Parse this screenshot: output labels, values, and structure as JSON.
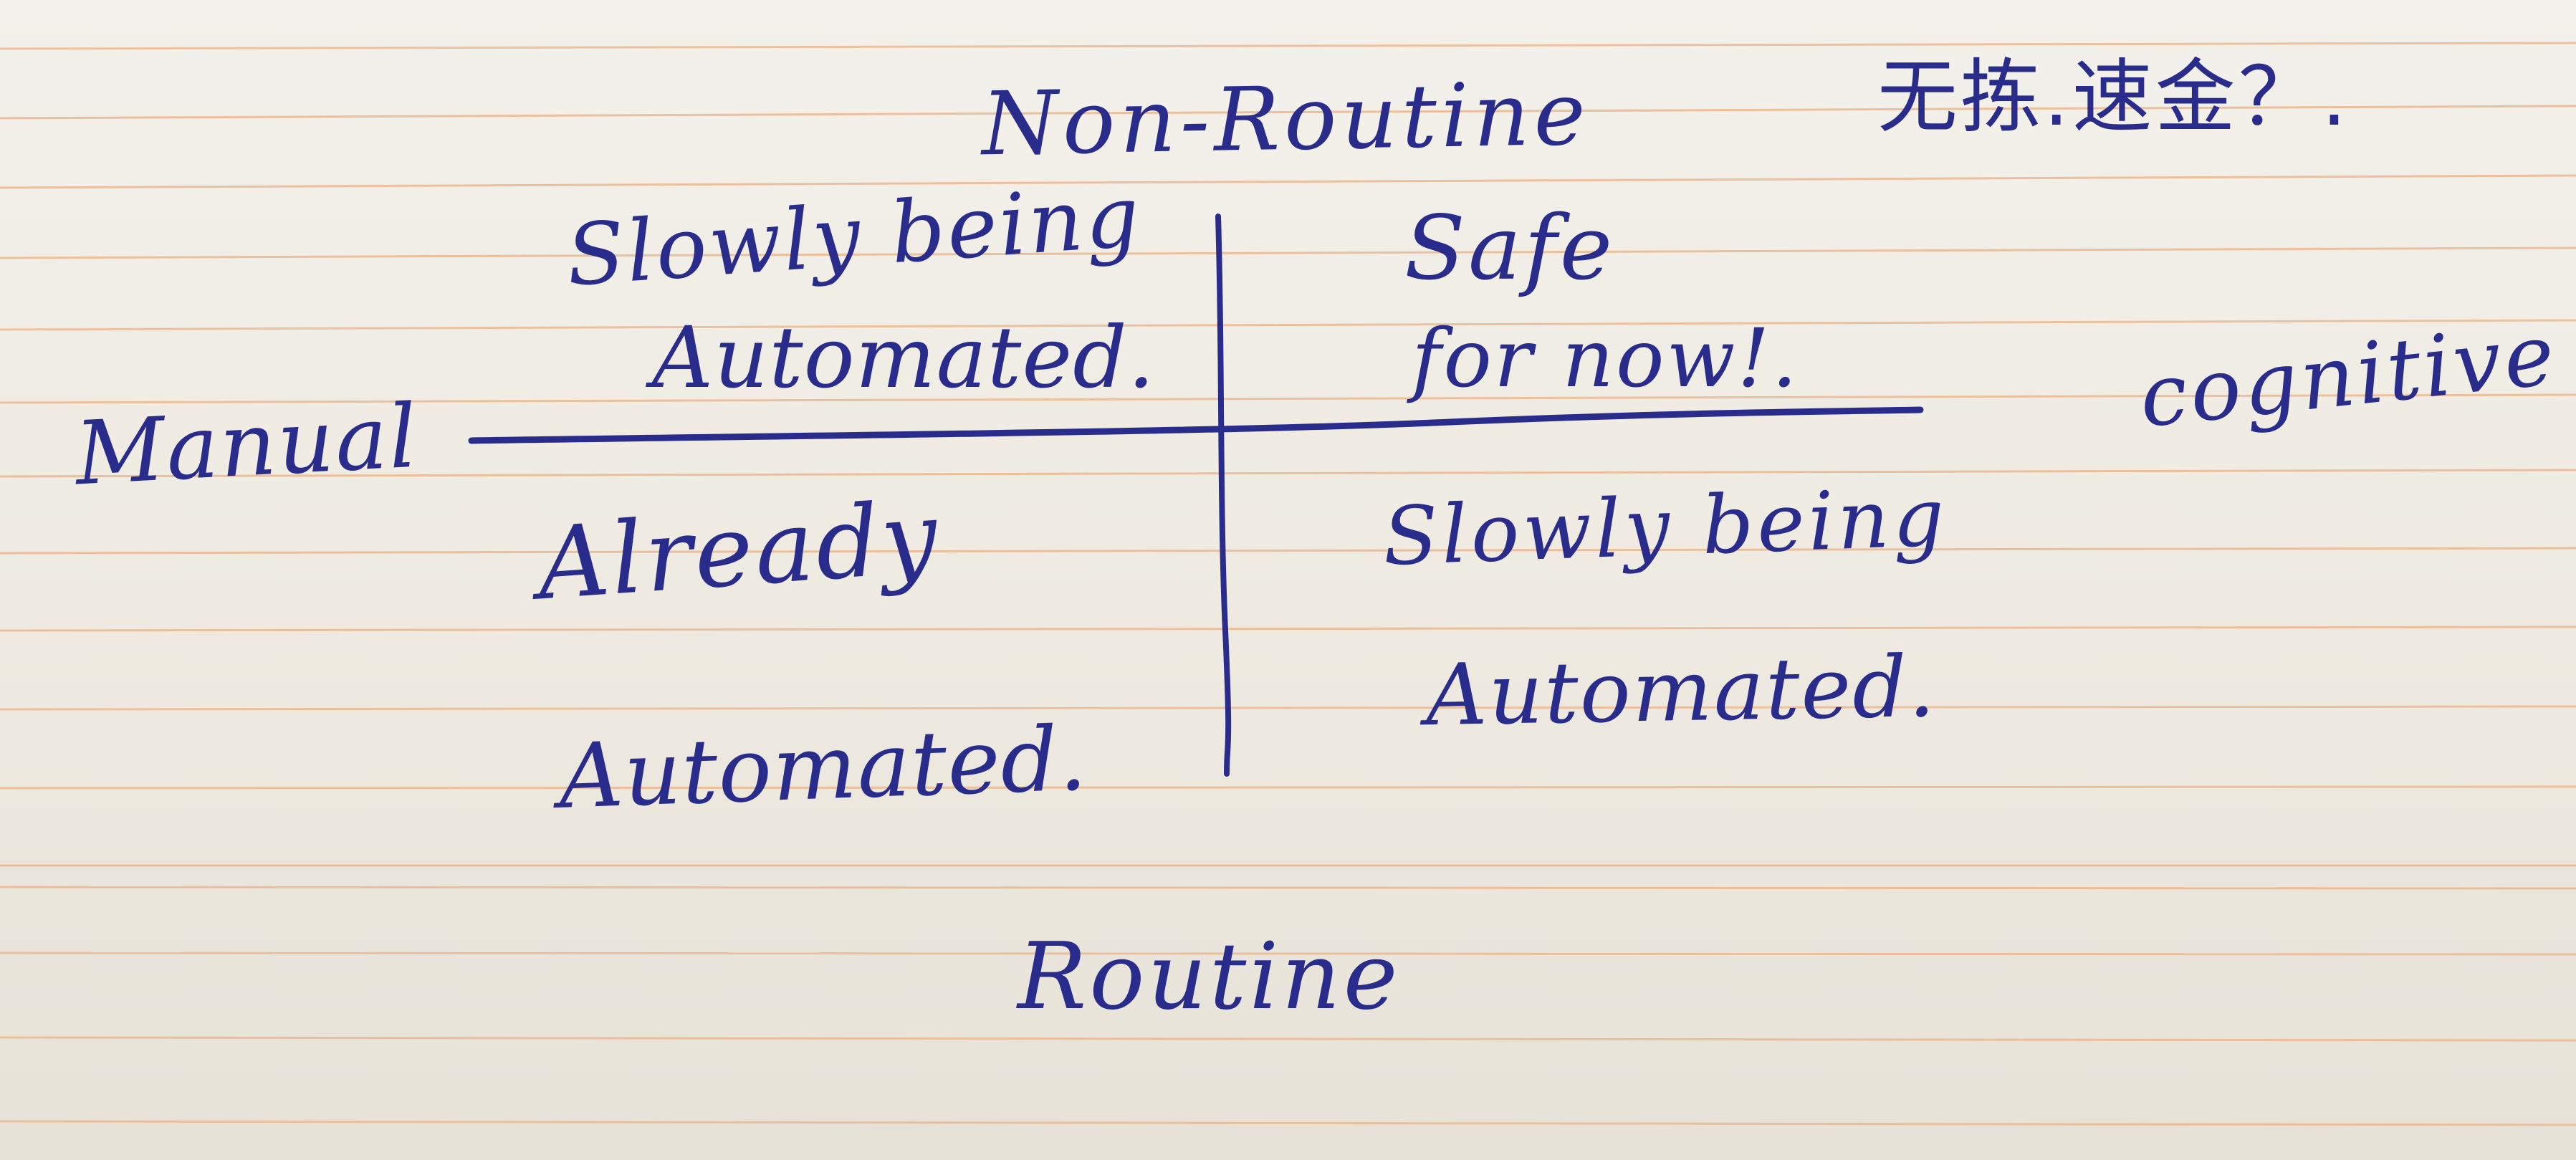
{
  "axes": {
    "top": "Non-Routine",
    "bottom": "Routine",
    "left": "Manual",
    "right": "cognitive"
  },
  "note": "无拣.速金？.",
  "quadrants": {
    "top_left": {
      "line1": "Slowly being",
      "line2": "Automated."
    },
    "top_right": {
      "line1": "Safe",
      "line2": "for now!."
    },
    "bottom_left": {
      "line1": "Already",
      "line2": "Automated."
    },
    "bottom_right": {
      "line1": "Slowly being",
      "line2": "Automated."
    }
  },
  "colors": {
    "ink": "#2a2c8c",
    "paper": "#efece4",
    "rule": "#ebb88f"
  }
}
